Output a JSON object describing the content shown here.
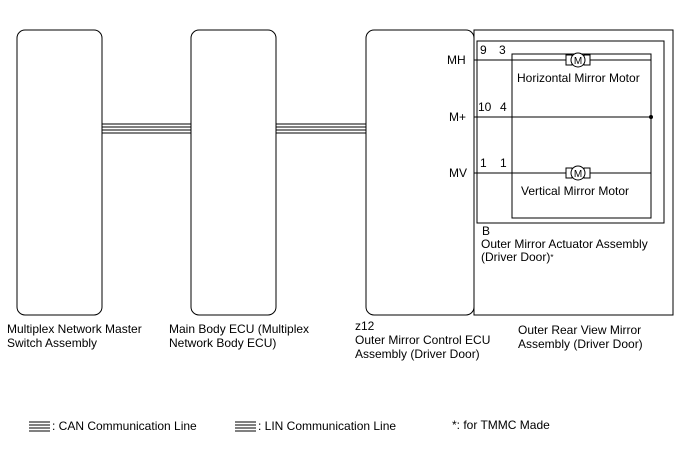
{
  "components": {
    "master_switch": {
      "label_line1": "Multiplex Network Master",
      "label_line2": "Switch Assembly"
    },
    "main_body_ecu": {
      "label_line1": "Main Body ECU (Multiplex",
      "label_line2": "Network Body ECU)"
    },
    "mirror_control_ecu": {
      "connector": "z12",
      "label_line1": "Outer Mirror Control ECU",
      "label_line2": "Assembly (Driver Door)",
      "terminals": [
        "MH",
        "M+",
        "MV"
      ]
    },
    "rear_view_mirror": {
      "label_line1": "Outer Rear View Mirror",
      "label_line2": "Assembly (Driver Door)"
    },
    "actuator": {
      "connector": "B",
      "label_line1": "Outer Mirror Actuator Assembly",
      "label_line2": "(Driver Door)",
      "note_mark": "*",
      "motor_symbol": "M",
      "horizontal_motor": "Horizontal Mirror Motor",
      "vertical_motor": "Vertical Mirror Motor"
    }
  },
  "pins": {
    "mh": {
      "ecu_pin": "9",
      "actuator_pin": "3"
    },
    "mplus": {
      "ecu_pin": "10",
      "actuator_pin": "4"
    },
    "mv": {
      "ecu_pin": "1",
      "actuator_pin": "1"
    }
  },
  "legend": {
    "can": ": CAN Communication Line",
    "lin": ": LIN Communication Line",
    "note_mark": "*",
    "note": ": for TMMC Made"
  }
}
